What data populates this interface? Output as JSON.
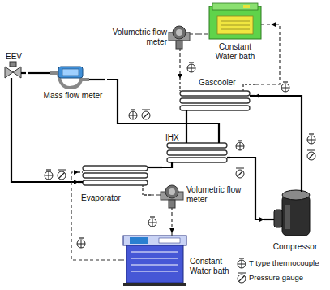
{
  "diagram": {
    "nodes": [
      {
        "text": [
          "Constant Water bath"
        ]
      },
      {
        "text": [
          "Volumetric flow meter"
        ]
      },
      {
        "text": [
          "Gascooler"
        ]
      },
      {
        "text": [
          "EEV"
        ]
      },
      {
        "text": [
          "Mass flow meter"
        ]
      },
      {
        "text": [
          "IHX"
        ]
      },
      {
        "text": [
          "Evaporator"
        ]
      },
      {
        "text": [
          "Volumetric flow meter"
        ]
      },
      {
        "text": [
          "Constant Water bath"
        ]
      },
      {
        "text": [
          "Compressor"
        ]
      }
    ],
    "edges": [
      {
        "from": 9,
        "to": 2,
        "arrow": "to"
      },
      {
        "from": 2,
        "to": 5,
        "arrow": "none"
      },
      {
        "from": 5,
        "to": 4,
        "arrow": "none"
      },
      {
        "from": 4,
        "to": 3,
        "arrow": "none"
      },
      {
        "from": 3,
        "to": 6,
        "arrow": "to"
      },
      {
        "from": 6,
        "to": 5,
        "arrow": "none"
      },
      {
        "from": 5,
        "to": 9,
        "arrow": "to"
      },
      {
        "from": 0,
        "to": 1,
        "arrow": "none"
      },
      {
        "from": 1,
        "to": 2,
        "arrow": "to"
      },
      {
        "from": 2,
        "to": 0,
        "arrow": "to"
      },
      {
        "from": 8,
        "to": 6,
        "arrow": "to"
      },
      {
        "from": 6,
        "to": 7,
        "arrow": "none"
      },
      {
        "from": 7,
        "to": 8,
        "arrow": "to"
      }
    ],
    "legend": [
      {
        "text": "T type thermocouple"
      },
      {
        "text": "Pressure gauge"
      }
    ]
  }
}
